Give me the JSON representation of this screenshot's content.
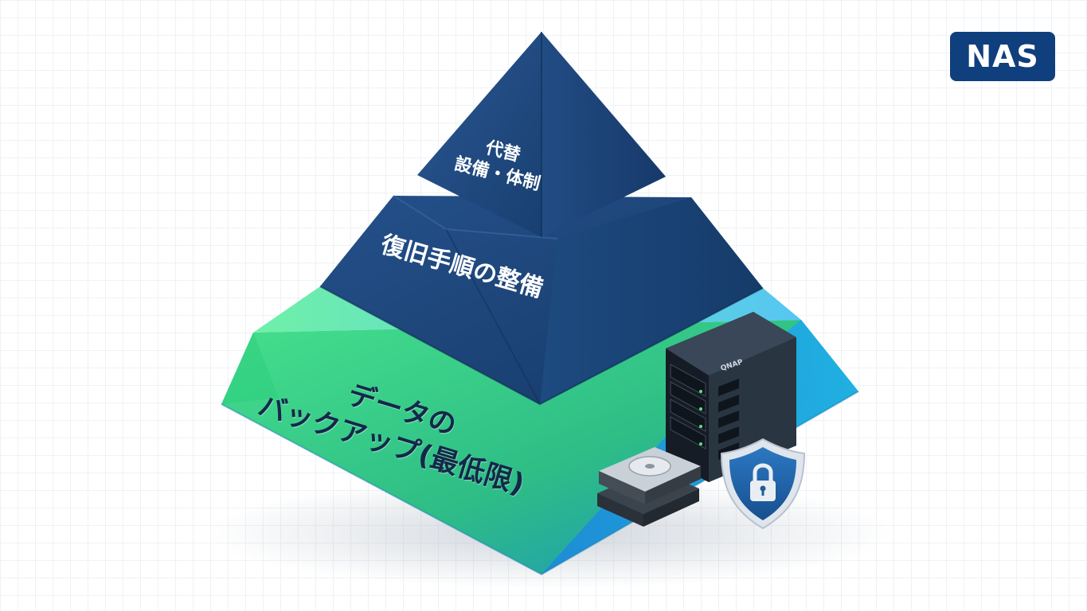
{
  "badge": {
    "label": "NAS"
  },
  "pyramid": {
    "tiers": [
      {
        "label": "代替\n設備・体制"
      },
      {
        "label": "復旧手順の整備"
      },
      {
        "label": "データの\nバックアップ(最低限)"
      }
    ]
  },
  "device": {
    "brand": "QNAP"
  },
  "colors": {
    "badge_bg": "#0f3f7d",
    "tier_dark": "#1b4374",
    "tier_base_green": "#3fd98a",
    "tier_base_blue": "#1e9be0",
    "shield": "#1f5c9e"
  },
  "icons": [
    "nas-server-icon",
    "hard-disk-icon",
    "shield-lock-icon"
  ]
}
